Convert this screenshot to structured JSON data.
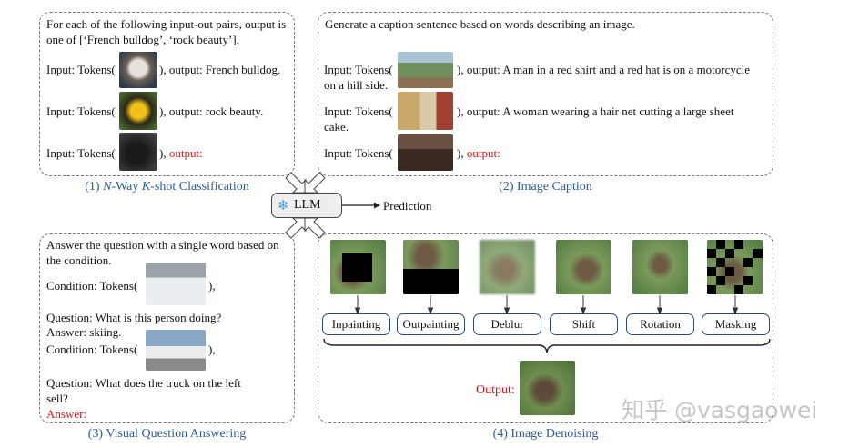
{
  "panel1": {
    "instruction": "For each of the following input-out pairs, output is one of [‘French bulldog’, ‘rock beauty’].",
    "rows": [
      {
        "prefix": "Input: Tokens(",
        "suffix": "), output: French bulldog."
      },
      {
        "prefix": "Input: Tokens(",
        "suffix": "), output: rock beauty."
      },
      {
        "prefix": "Input: Tokens(",
        "suffix": "), ",
        "red": "output:"
      }
    ],
    "caption": "(1) N-Way K-shot Classification"
  },
  "panel2": {
    "instruction": "Generate a caption sentence based on words describing an image.",
    "rows": [
      {
        "prefix": "Input: Tokens(",
        "suffix": "), output: A man in a red shirt and a red hat is on a motorcycle",
        "cont": "on a hill side."
      },
      {
        "prefix": "Input: Tokens(",
        "suffix": "), output: A woman wearing a hair net cutting a large sheet",
        "cont": "cake."
      },
      {
        "prefix": "Input: Tokens(",
        "suffix": "), ",
        "red": "output:"
      }
    ],
    "caption": "(2) Image Caption"
  },
  "panel3": {
    "instruction": "Answer the question with a single word based on the condition.",
    "cond1": "Condition: Tokens(",
    "cond1_end": "),",
    "q1": "Question: What is this person doing?",
    "a1": "Answer: skiing.",
    "cond2": "Condition: Tokens(",
    "cond2_end": "),",
    "q2": "Question: What does the truck on the left sell?",
    "a2": "Answer:",
    "caption": "(3) Visual Question Answering"
  },
  "panel4": {
    "tasks": [
      "Inpainting",
      "Outpainting",
      "Deblur",
      "Shift",
      "Rotation",
      "Masking"
    ],
    "output_label": "Output:",
    "caption": "(4) Image Denoising"
  },
  "center": {
    "llm_label": "LLM",
    "prediction": "Prediction",
    "llm_icon": "snowflake-icon"
  },
  "watermark": "知乎 @vasgaowei",
  "colors": {
    "caption_blue": "#2e5d8f",
    "answer_red": "#cc1a1a"
  }
}
